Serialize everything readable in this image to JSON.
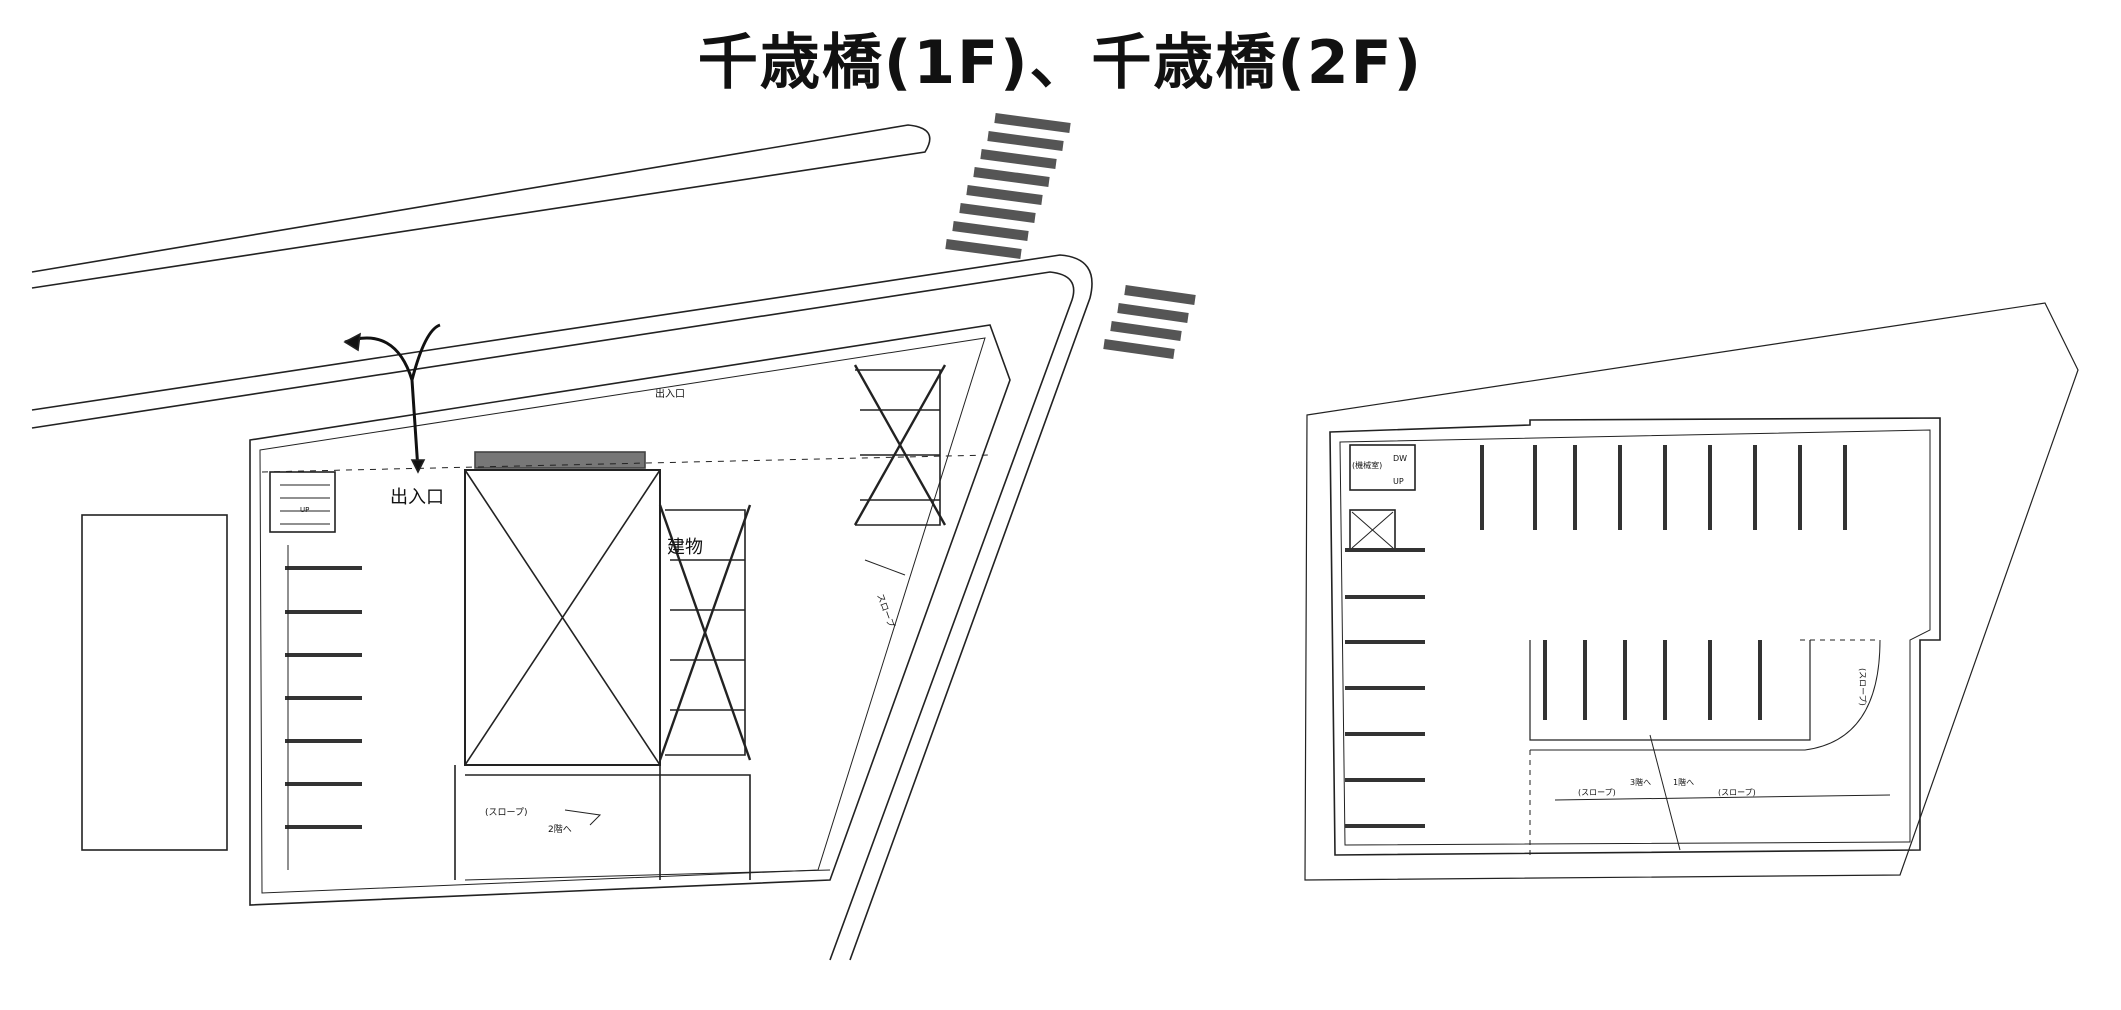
{
  "title": "千歳橋(1F)、千歳橋(2F)",
  "floor1": {
    "entrance_top": "出入口",
    "entrance_main": "出入口",
    "building": "建物",
    "slope_right": "スロープ",
    "slope_bottom": "(スロープ)",
    "to_2f": "2階へ",
    "up": "UP"
  },
  "floor2": {
    "equipment": "(機械室)",
    "dw": "DW",
    "up": "UP",
    "slope_right": "(スロープ)",
    "slope_left": "(スロープ)",
    "slope_mid": "(スロープ)",
    "to_3f": "3階へ",
    "to_1f": "1階へ"
  }
}
